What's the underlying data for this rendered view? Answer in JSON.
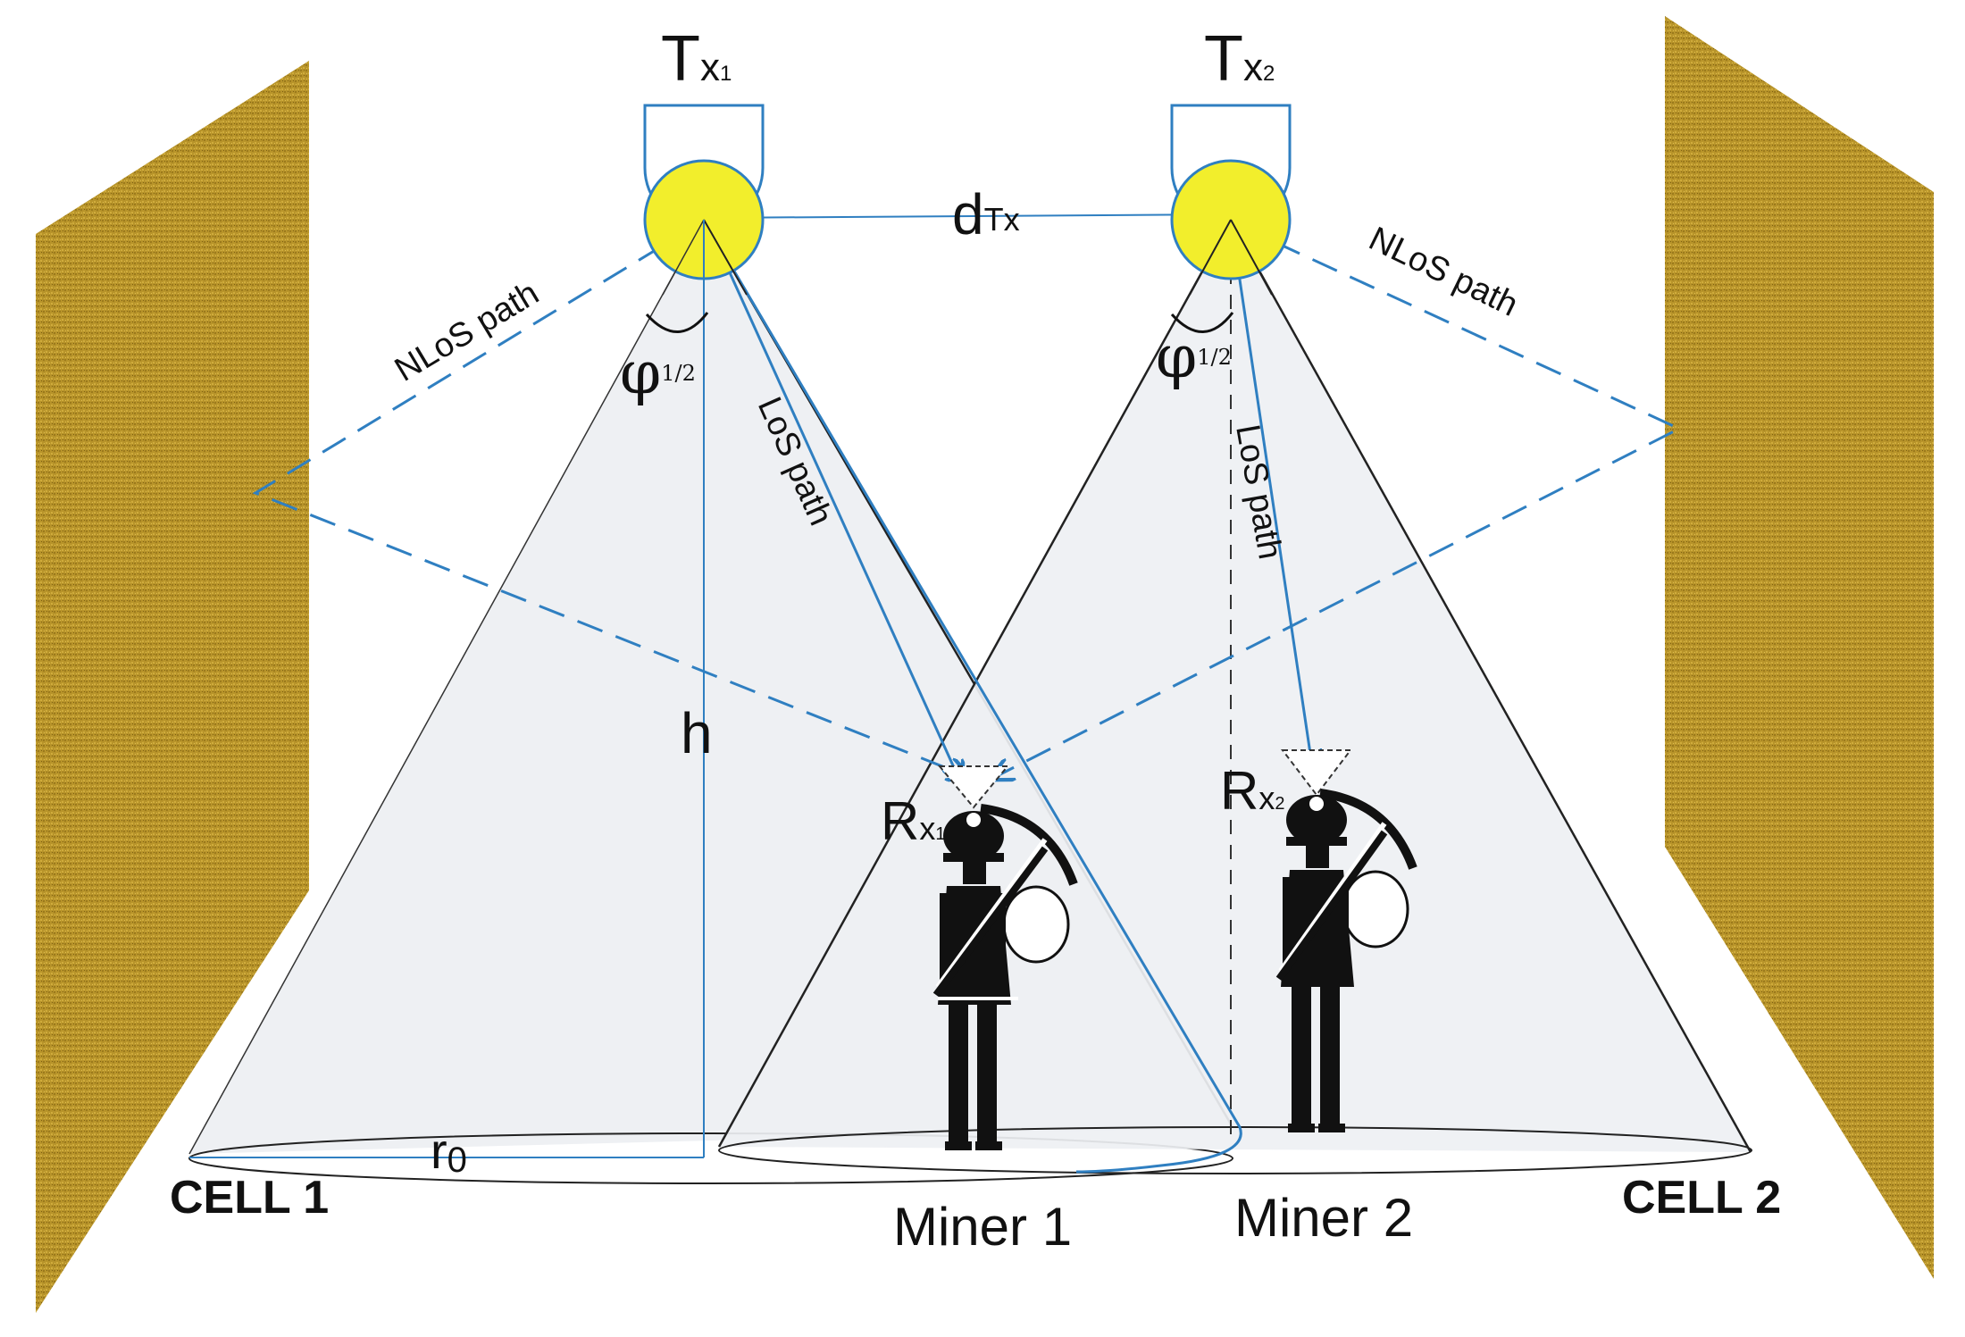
{
  "transmitters": [
    {
      "name": "T",
      "sub": "x",
      "idx": "1"
    },
    {
      "name": "T",
      "sub": "x",
      "idx": "2"
    }
  ],
  "receivers": [
    {
      "name": "R",
      "sub": "x",
      "idx": "1"
    },
    {
      "name": "R",
      "sub": "x",
      "idx": "2"
    }
  ],
  "distance_label": {
    "main": "d",
    "sub": "Tx"
  },
  "half_angle_label": {
    "main": "φ",
    "sub": "1/2"
  },
  "height_label": "h",
  "radius_label": {
    "main": "r",
    "sub": "0"
  },
  "paths": {
    "los": "LoS path",
    "nlos": "NLoS path"
  },
  "cells": [
    "CELL 1",
    "CELL 2"
  ],
  "miners": [
    "Miner 1",
    "Miner 2"
  ],
  "colors": {
    "wall": "#b8942a",
    "wall_dark": "#8a6c14",
    "led": "#f2ee2c",
    "path": "#2f7fc1",
    "cone_fill": "#eef0f3",
    "outline": "#222222"
  }
}
